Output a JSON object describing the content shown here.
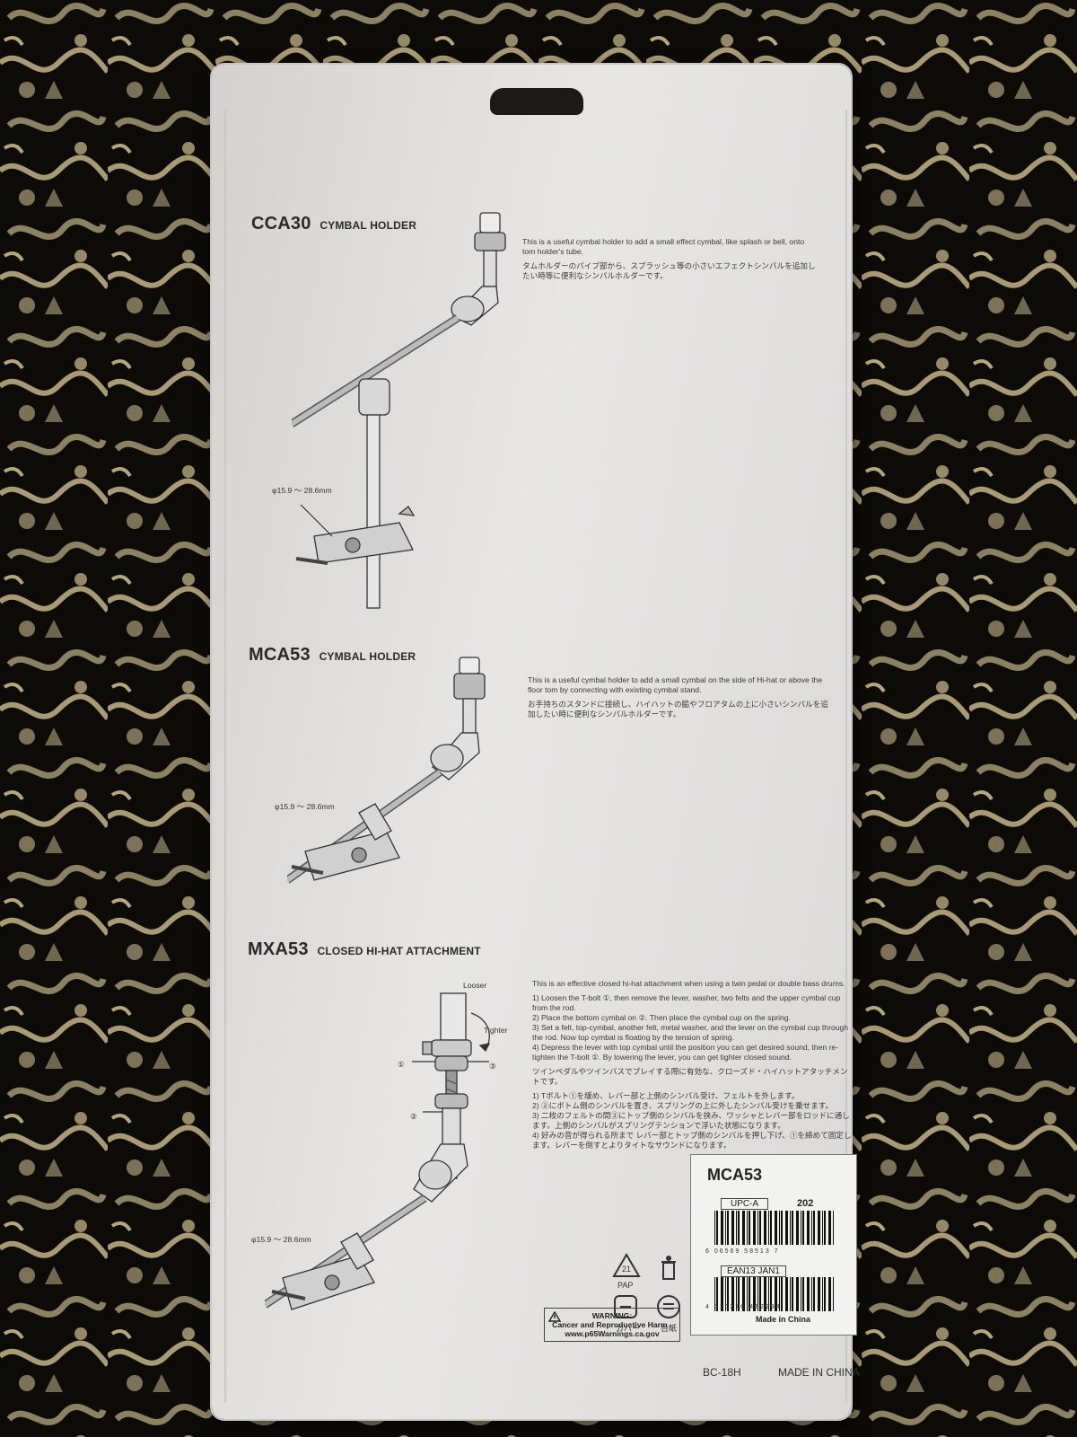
{
  "sections": {
    "cca30": {
      "model": "CCA30",
      "name": "CYMBAL HOLDER",
      "desc_en": "This is a useful cymbal holder to add a small effect cymbal, like splash or bell, onto tom holder's tube.",
      "desc_jp": "タムホルダーのパイプ部から、スプラッシュ等の小さいエフェクトシンバルを追加したい時等に便利なシンバルホルダーです。",
      "dimension": "φ15.9 〜 28.6mm"
    },
    "mca53": {
      "model": "MCA53",
      "name": "CYMBAL HOLDER",
      "desc_en": "This is a useful cymbal holder to add a small cymbal on the side of Hi-hat or above the floor tom by connecting with existing cymbal stand.",
      "desc_jp": "お手持ちのスタンドに接続し、ハイハットの脇やフロアタムの上に小さいシンバルを追加したい時に便利なシンバルホルダーです。",
      "dimension": "φ15.9 〜 28.6mm"
    },
    "mxa53": {
      "model": "MXA53",
      "name": "CLOSED HI-HAT ATTACHMENT",
      "intro_en": "This is an effective closed hi-hat attachment when using a twin pedal or double bass drums.",
      "steps_en": [
        "1) Loosen the T-bolt ①, then remove the lever, washer, two felts and the upper cymbal cup from the rod.",
        "2) Place the bottom cymbal on ②. Then place the cymbal cup on the spring.",
        "3) Set a felt, top-cymbal, another felt, metal washer, and the lever on the cymbal cup through the rod. Now top cymbal is floating by the tension of spring.",
        "4) Depress the lever with top cymbal until the position you can get desired sound, then re-tighten the T-bolt ①. By lowering the lever, you can get tighter closed sound."
      ],
      "intro_jp": "ツインペダルやツインバスでプレイする際に有効な、クローズド・ハイハットアタッチメントです。",
      "steps_jp": [
        "1) Tボルト①を緩め、レバー部と上側のシンバル受け、フェルトを外します。",
        "2) ②にボトム側のシンバルを置き、スプリングの上に外したシンバル受けを乗せます。",
        "3) 二枚のフェルトの間③にトップ側のシンバルを挟み、ワッシャとレバー部をロッドに通します。上側のシンバルがスプリングテンションで浮いた状態になります。",
        "4) 好みの音が得られる所まで レバー部とトップ側のシンバルを押し下げ、①を締めて固定します。レバーを倒すとよりタイトなサウンドになります。"
      ],
      "looser": "Looser",
      "tighter": "Tighter",
      "callout_1": "①",
      "callout_2": "②",
      "callout_3": "③",
      "dimension": "φ15.9 〜 28.6mm"
    }
  },
  "label": {
    "model": "MCA53",
    "upc_tag": "UPC-A",
    "code": "202",
    "upc_digits": "6 06569 58513 7",
    "ean_tag": "EAN13 JAN1",
    "ean_digits": "4 515276 482994",
    "made": "Made in China"
  },
  "recycling": {
    "pap_number": "21",
    "pap_label": "PAP",
    "cover_label": "カバー",
    "paper_label": "台紙"
  },
  "warning": {
    "line1": "WARNING:",
    "line2": "Cancer and Reproductive Harm -",
    "line3": "www.p65Warnings.ca.gov"
  },
  "footer": {
    "left": "BC-18H",
    "right": "MADE IN CHINA"
  },
  "colors": {
    "card": "#e3e2e1",
    "rug_dark": "#0d0b08",
    "rug_gold": "#a89a74"
  }
}
